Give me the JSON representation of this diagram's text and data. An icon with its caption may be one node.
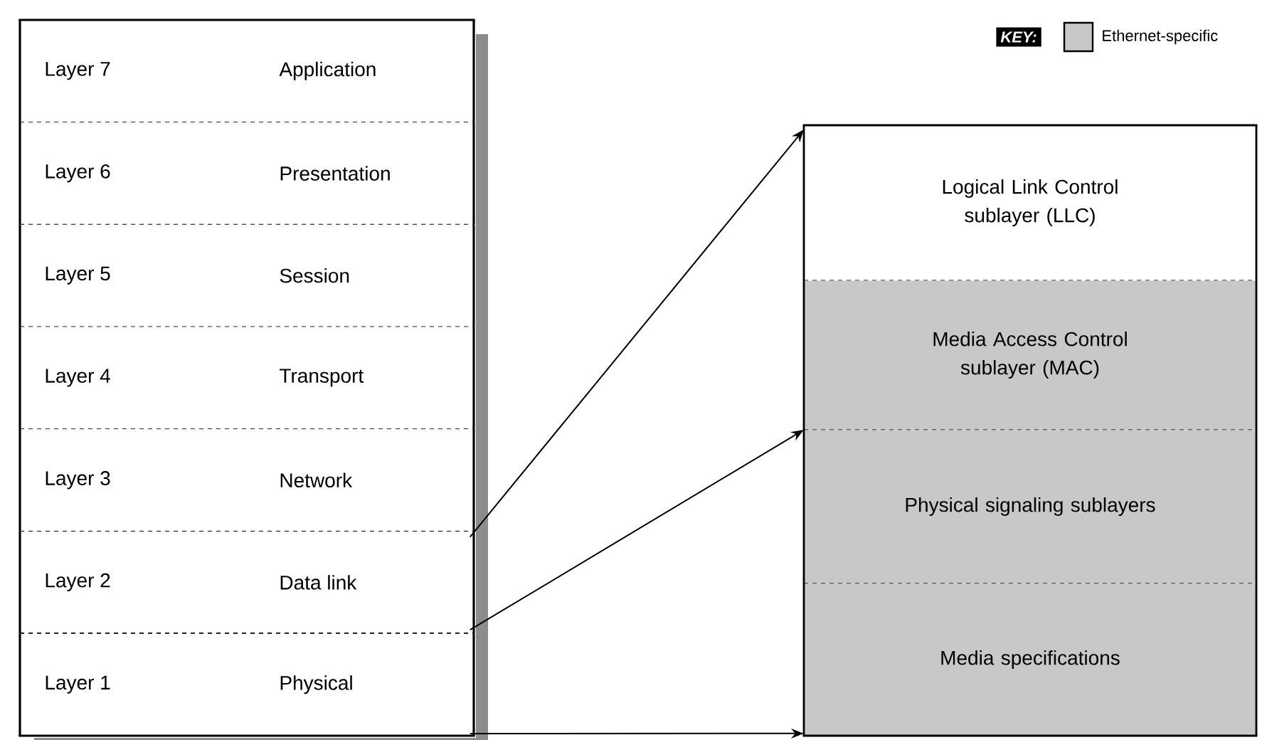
{
  "diagram": {
    "nodes": [
      {
        "text": [
          "Layer 7",
          "Application"
        ]
      },
      {
        "text": [
          "Layer 6",
          "Presentation"
        ]
      },
      {
        "text": [
          "Layer 5",
          "Session"
        ]
      },
      {
        "text": [
          "Layer 4",
          "Transport"
        ]
      },
      {
        "text": [
          "Layer 3",
          "Network"
        ]
      },
      {
        "text": [
          "Layer 2",
          "Data link"
        ]
      },
      {
        "text": [
          "Layer 1",
          "Physical"
        ]
      },
      {
        "text": [
          "Logical Link Control sublayer (LLC)"
        ]
      },
      {
        "text": [
          "Media Access Control sublayer (MAC)"
        ]
      },
      {
        "text": [
          "Physical signaling sublayers"
        ]
      },
      {
        "text": [
          "Media specifications"
        ]
      }
    ],
    "edges": [
      {
        "from": 5,
        "to": 7,
        "arrow": "to"
      },
      {
        "from": 5,
        "to": 9,
        "arrow": "to"
      },
      {
        "from": 6,
        "to": 10,
        "arrow": "to"
      }
    ],
    "labels": [
      "KEY:"
    ],
    "legend": [
      {
        "text": "Ethernet-specific",
        "color": "#c8c8c8"
      }
    ]
  }
}
